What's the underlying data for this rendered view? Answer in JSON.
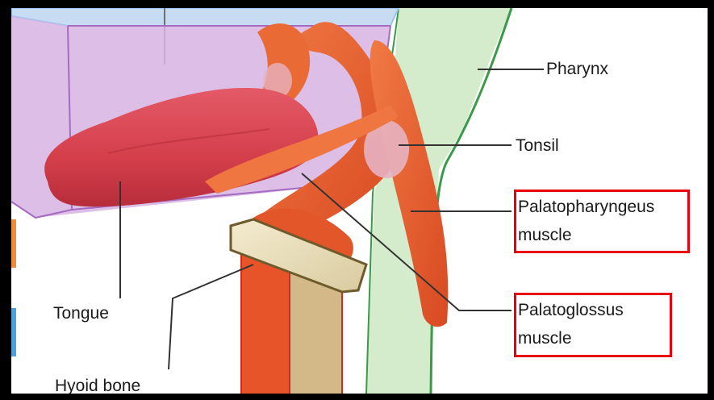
{
  "labels": {
    "pharynx": "Pharynx",
    "tonsil": "Tonsil",
    "palatopharyngeus_line1": "Palatopharyngeus",
    "palatopharyngeus_line2": "muscle",
    "palatoglossus_line1": "Palatoglossus",
    "palatoglossus_line2": "muscle",
    "tongue": "Tongue",
    "hyoid_bone": "Hyoid  bone"
  },
  "colors": {
    "highlight_box": "#e8000c",
    "muscle": "#e8542a",
    "tongue": "#d8424e",
    "pharynx_fill": "#cfe9c6",
    "pharynx_line": "#3a9a4a",
    "purple_box": "#c48fd6",
    "blue_box": "#9ec3ea"
  }
}
